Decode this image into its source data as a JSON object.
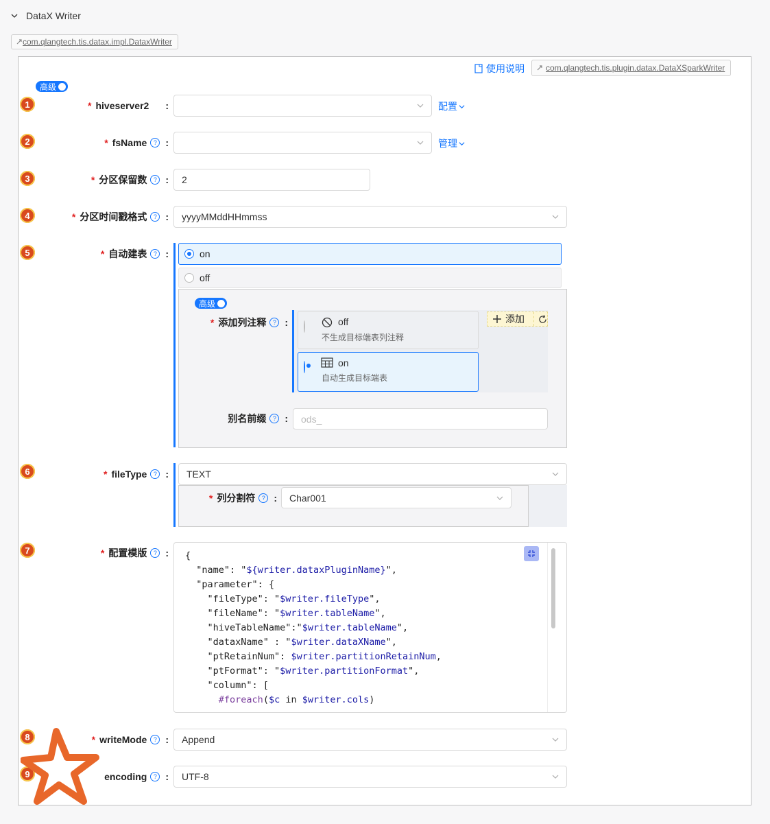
{
  "header": {
    "title": "DataX Writer",
    "class_link": "com.qlangtech.tis.datax.impl.DataxWriter"
  },
  "panel": {
    "usage_label": "使用说明",
    "plugin_class": "com.qlangtech.tis.plugin.datax.DataXSparkWriter",
    "advanced_label": "高级"
  },
  "fields": [
    {
      "num": "1",
      "label": "hiveserver2",
      "value": "",
      "action": "配置"
    },
    {
      "num": "2",
      "label": "fsName",
      "value": "",
      "action": "管理"
    },
    {
      "num": "3",
      "label": "分区保留数",
      "value": "2"
    },
    {
      "num": "4",
      "label": "分区时间戳格式",
      "value": "yyyyMMddHHmmss"
    },
    {
      "num": "5",
      "label": "自动建表",
      "options": [
        "on",
        "off"
      ],
      "selected": "on"
    },
    {
      "num": "6",
      "label": "fileType",
      "value": "TEXT"
    },
    {
      "num": "7",
      "label": "配置模版"
    },
    {
      "num": "8",
      "label": "writeMode",
      "value": "Append"
    },
    {
      "num": "9",
      "label": "encoding",
      "value": "UTF-8"
    }
  ],
  "autotable": {
    "advanced_label": "高级",
    "comment_label": "添加列注释",
    "comment_options": [
      {
        "title": "off",
        "desc": "不生成目标端表列注释"
      },
      {
        "title": "on",
        "desc": "自动生成目标端表"
      }
    ],
    "add_label": "添加",
    "alias_label": "别名前缀",
    "alias_placeholder": "ods_"
  },
  "filetype": {
    "sep_label": "列分割符",
    "sep_value": "Char001"
  },
  "template": {
    "lines": [
      "{",
      "  \"name\": \"${writer.dataxPluginName}\",",
      "  \"parameter\": {",
      "    \"fileType\": \"$writer.fileType\",",
      "    \"fileName\": \"$writer.tableName\",",
      "    \"hiveTableName\":\"$writer.tableName\",",
      "    \"dataxName\" : \"$writer.dataXName\",",
      "    \"ptRetainNum\": $writer.partitionRetainNum,",
      "    \"ptFormat\": \"$writer.partitionFormat\",",
      "    \"column\": [",
      "      #foreach($c in $writer.cols)"
    ]
  },
  "colors": {
    "accent": "#1677ff",
    "badge": "#d94a1e",
    "star": "#e8672a"
  }
}
